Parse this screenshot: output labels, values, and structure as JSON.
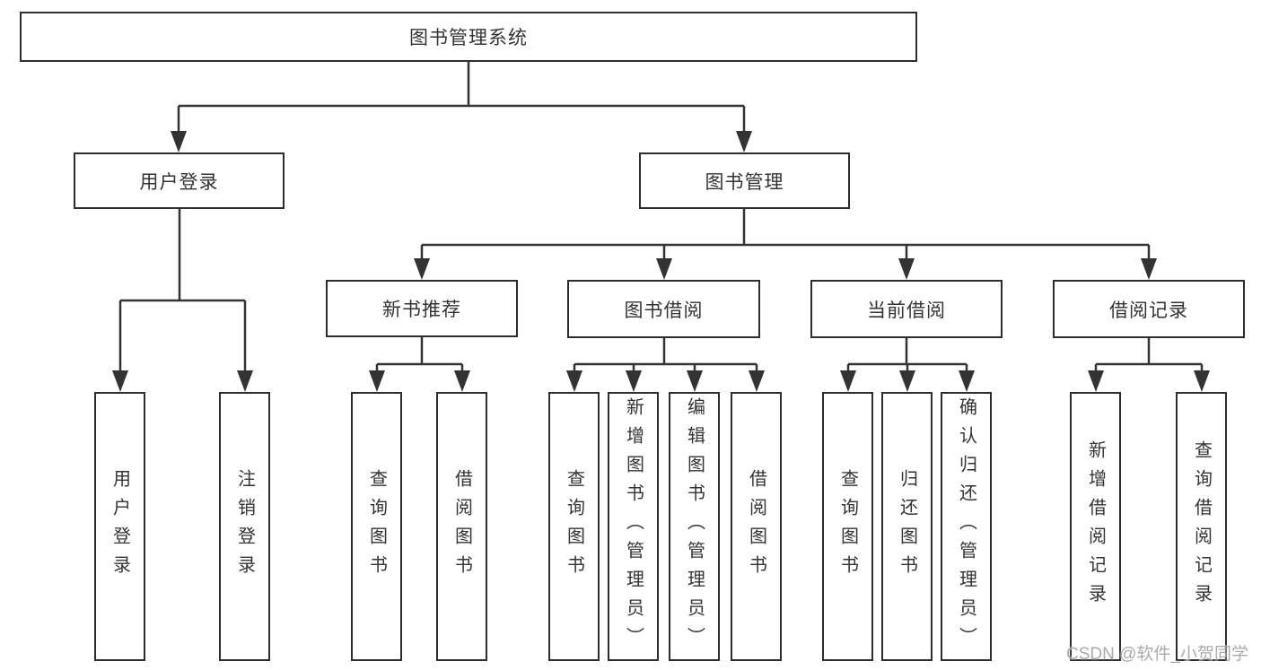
{
  "tree": {
    "label": "图书管理系统",
    "children": [
      {
        "label": "用户登录",
        "children": [
          {
            "label": "用户登录"
          },
          {
            "label": "注销登录"
          }
        ]
      },
      {
        "label": "图书管理",
        "children": [
          {
            "label": "新书推荐",
            "children": [
              {
                "label": "查询图书"
              },
              {
                "label": "借阅图书"
              }
            ]
          },
          {
            "label": "图书借阅",
            "children": [
              {
                "label": "查询图书"
              },
              {
                "label": "新增图书（管理员）"
              },
              {
                "label": "编辑图书（管理员）"
              },
              {
                "label": "借阅图书"
              }
            ]
          },
          {
            "label": "当前借阅",
            "children": [
              {
                "label": "查询图书"
              },
              {
                "label": "归还图书"
              },
              {
                "label": "确认归还（管理员）"
              }
            ]
          },
          {
            "label": "借阅记录",
            "children": [
              {
                "label": "新增借阅记录"
              },
              {
                "label": "查询借阅记录"
              }
            ]
          }
        ]
      }
    ]
  },
  "watermark": "CSDN @软件_小贺同学",
  "colors": {
    "line": "#333333",
    "box_border": "#2d2d2d",
    "text": "#333333",
    "watermark": "#9b9b9b",
    "background": "#ffffff"
  }
}
